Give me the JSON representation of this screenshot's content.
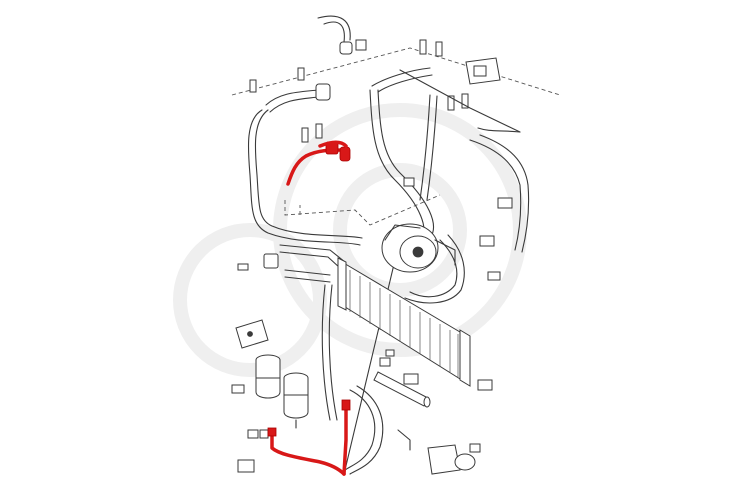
{
  "diagram": {
    "type": "ac-system-exploded-parts-diagram",
    "colors": {
      "line": "#3a3a3a",
      "highlight": "#d81818",
      "background": "#ffffff",
      "watermark": "#efefef"
    },
    "highlighted_parts": [
      "upper-evaporator-hose",
      "lower-dryer-hose"
    ]
  }
}
